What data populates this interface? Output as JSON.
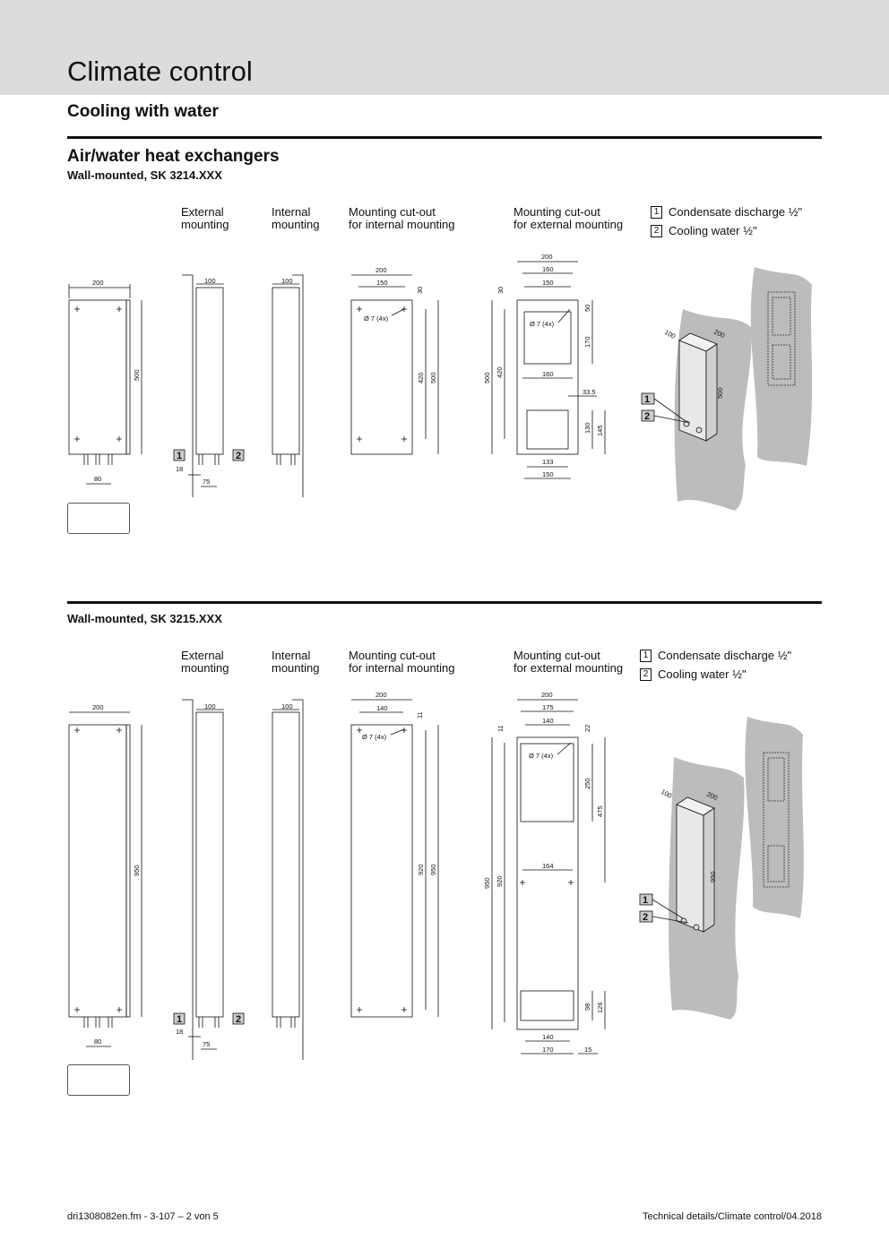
{
  "header": {
    "title": "Climate control",
    "subtitle": "Cooling with water"
  },
  "section1": {
    "title": "Air/water heat exchangers",
    "model": "Wall-mounted, SK 3214.XXX",
    "columns": {
      "external": [
        "External",
        "mounting"
      ],
      "internal": [
        "Internal",
        "mounting"
      ],
      "cut_internal": [
        "Mounting cut-out",
        "for internal mounting"
      ],
      "cut_external": [
        "Mounting cut-out",
        "for external mounting"
      ]
    },
    "legend": [
      {
        "num": "1",
        "text": "Condensate discharge ½\""
      },
      {
        "num": "2",
        "text": "Cooling water ½\""
      }
    ],
    "dims": {
      "front_w": "200",
      "front_h": "500",
      "front_pitch": "80",
      "ext_d": "100",
      "ext_a": "18",
      "ext_b": "75",
      "int_d": "100",
      "ci_w": "200",
      "ci_in": "150",
      "ci_top": "30",
      "ci_420": "420",
      "ci_500": "500",
      "ci_hole": "Ø 7 (4x)",
      "ce_200": "200",
      "ce_160": "160",
      "ce_150": "150",
      "ce_30": "30",
      "ce_500": "500",
      "ce_420": "420",
      "ce_50": "50",
      "ce_170": "170",
      "ce_160b": "160",
      "ce_335": "33.5",
      "ce_130": "130",
      "ce_145": "145",
      "ce_133": "133",
      "ce_150b": "150",
      "ce_hole": "Ø 7 (4x)",
      "iso_d": "100",
      "iso_w": "200",
      "iso_h": "500"
    }
  },
  "section2": {
    "model": "Wall-mounted, SK 3215.XXX",
    "columns": {
      "external": [
        "External",
        "mounting"
      ],
      "internal": [
        "Internal",
        "mounting"
      ],
      "cut_internal": [
        "Mounting cut-out",
        "for internal mounting"
      ],
      "cut_external": [
        "Mounting cut-out",
        "for external mounting"
      ]
    },
    "legend": [
      {
        "num": "1",
        "text": "Condensate discharge ½\""
      },
      {
        "num": "2",
        "text": "Cooling water ½\""
      }
    ],
    "dims": {
      "front_w": "200",
      "front_h": "950",
      "front_pitch": "80",
      "ext_d": "100",
      "ext_a": "18",
      "ext_b": "75",
      "int_d": "100",
      "ci_w": "200",
      "ci_in": "140",
      "ci_top": "11",
      "ci_920": "920",
      "ci_950": "950",
      "ci_hole": "Ø 7 (4x)",
      "ce_200": "200",
      "ce_175": "175",
      "ce_140": "140",
      "ce_11": "11",
      "ce_22": "22",
      "ce_250": "250",
      "ce_475": "475",
      "ce_950": "950",
      "ce_920": "920",
      "ce_164": "164",
      "ce_98": "98",
      "ce_126": "126",
      "ce_140b": "140",
      "ce_170": "170",
      "ce_15": "15",
      "ce_hole": "Ø 7 (4x)",
      "iso_d": "100",
      "iso_w": "200",
      "iso_h": "950"
    }
  },
  "markers": {
    "one": "1",
    "two": "2"
  },
  "footer": {
    "left": "dri1308082en.fm - 3-107 – 2 von 5",
    "right": "Technical details/Climate control/04.2018"
  }
}
